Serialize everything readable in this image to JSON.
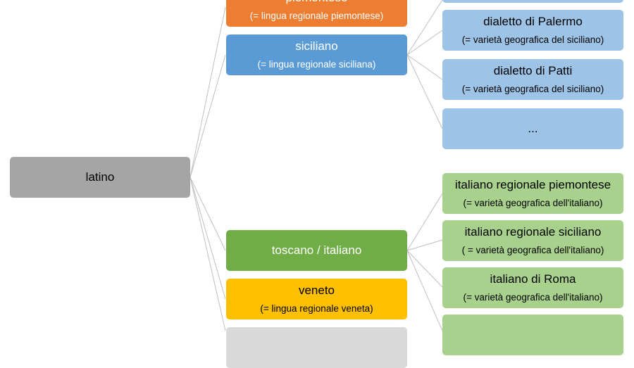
{
  "root": {
    "label": "latino"
  },
  "level1": {
    "piemontese": {
      "title": "piemontese",
      "subtitle": "(= lingua regionale piemontese)"
    },
    "siciliano": {
      "title": "siciliano",
      "subtitle": "(= lingua regionale siciliana)"
    },
    "toscano": {
      "title": "toscano / italiano"
    },
    "veneto": {
      "title": "veneto",
      "subtitle": "(= lingua regionale veneta)"
    }
  },
  "level2_siciliano": [
    {
      "title": "dialetto di Palermo",
      "subtitle": "(= varietà geografica del siciliano)"
    },
    {
      "title": "dialetto di Patti",
      "subtitle": "(= varietà geografica del siciliano)"
    },
    {
      "title": "..."
    }
  ],
  "level2_italiano": [
    {
      "title": "italiano regionale piemontese",
      "subtitle": "(= varietà geografica dell'italiano)"
    },
    {
      "title": "italiano regionale siciliano",
      "subtitle": "( = varietà geografica dell'italiano)"
    },
    {
      "title": "italiano di Roma",
      "subtitle": "(= varietà geografica dell'italiano)"
    }
  ],
  "colors": {
    "root": "#a5a5a5",
    "piemontese": "#ed7d31",
    "siciliano": "#5b9bd5",
    "toscano": "#70ad47",
    "veneto": "#ffc000",
    "siciliano_varieties": "#9dc3e6",
    "italiano_varieties": "#a9d18e"
  }
}
